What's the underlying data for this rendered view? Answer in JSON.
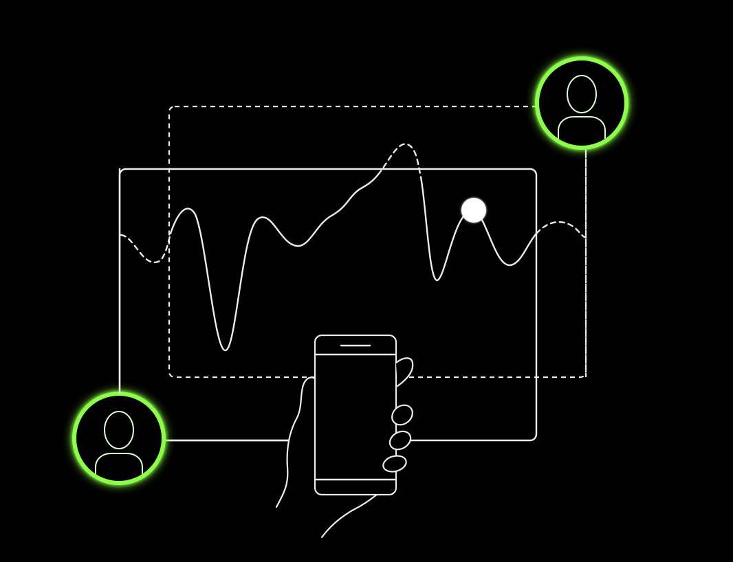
{
  "diagram": {
    "nodes": [
      {
        "id": "user-top-right",
        "icon": "user-icon"
      },
      {
        "id": "user-bottom-left",
        "icon": "user-icon"
      },
      {
        "id": "phone",
        "icon": "smartphone-icon"
      },
      {
        "id": "hand",
        "icon": "hand-icon"
      },
      {
        "id": "monitor-screen",
        "icon": "screen-frame"
      },
      {
        "id": "signal-waveform",
        "icon": "waveform"
      },
      {
        "id": "marker-dot",
        "icon": "dot-icon"
      }
    ],
    "edges": [
      {
        "from": "user-top-right",
        "to": "monitor-screen",
        "style": "dashed"
      },
      {
        "from": "user-bottom-left",
        "to": "monitor-screen",
        "style": "solid"
      }
    ]
  },
  "colors": {
    "background": "#000000",
    "line": "#ececec",
    "accent_glow": "#7cff3a",
    "accent_ring": "#8cff4a",
    "avatar_figure": "#d8ffd0"
  }
}
